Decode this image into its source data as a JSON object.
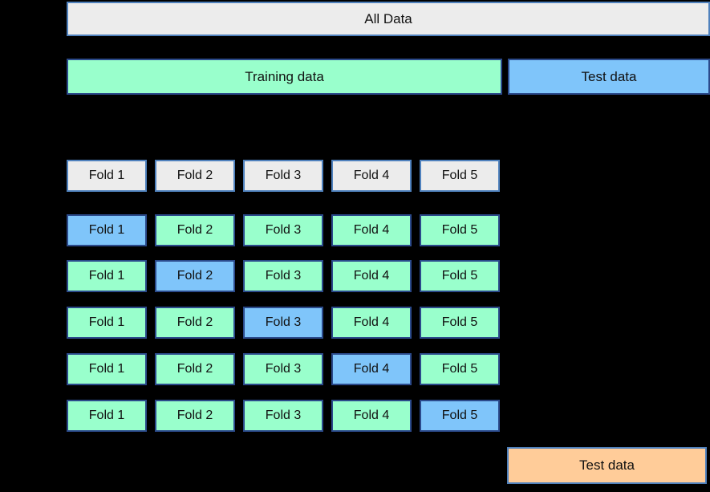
{
  "diagram": {
    "all_data_label": "All Data",
    "split_bar": {
      "training_label": "Training data",
      "test_label": "Test data"
    },
    "fold_header": [
      "Fold 1",
      "Fold 2",
      "Fold 3",
      "Fold 4",
      "Fold 5"
    ],
    "cv_rows": [
      {
        "cells": [
          "Fold 1",
          "Fold 2",
          "Fold 3",
          "Fold 4",
          "Fold 5"
        ],
        "test_fold_index": 0
      },
      {
        "cells": [
          "Fold 1",
          "Fold 2",
          "Fold 3",
          "Fold 4",
          "Fold 5"
        ],
        "test_fold_index": 1
      },
      {
        "cells": [
          "Fold 1",
          "Fold 2",
          "Fold 3",
          "Fold 4",
          "Fold 5"
        ],
        "test_fold_index": 2
      },
      {
        "cells": [
          "Fold 1",
          "Fold 2",
          "Fold 3",
          "Fold 4",
          "Fold 5"
        ],
        "test_fold_index": 3
      },
      {
        "cells": [
          "Fold 1",
          "Fold 2",
          "Fold 3",
          "Fold 4",
          "Fold 5"
        ],
        "test_fold_index": 4
      }
    ],
    "final_test_label": "Test data",
    "colors": {
      "background": "#000000",
      "gray_fill": "#ececec",
      "gray_border": "#4f81bd",
      "green_fill": "#99ffcc",
      "blue_fill": "#7fc5fa",
      "orange_fill": "#ffcc99",
      "dark_border": "#2b4a8b",
      "text": "#111111"
    }
  }
}
